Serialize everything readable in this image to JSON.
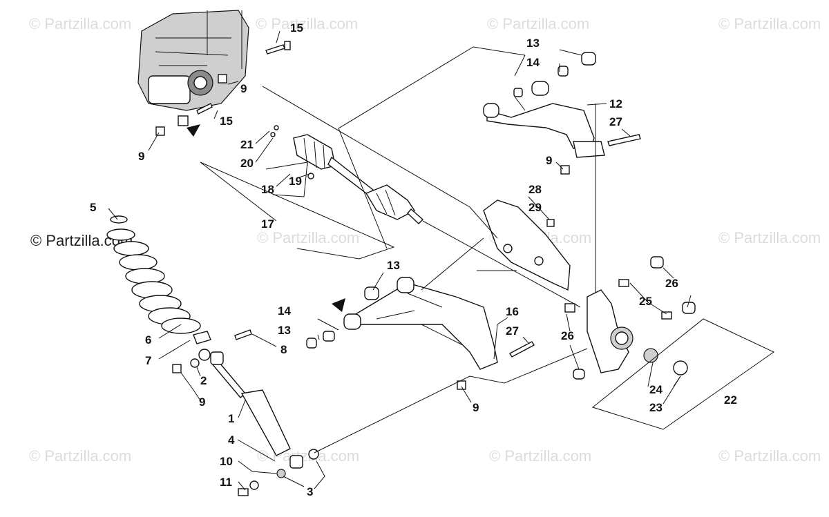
{
  "watermark": {
    "faint_text": "© Partzilla.com",
    "main_text": "© Partzilla.com"
  },
  "diagram": {
    "part_numbers": {
      "p1": "1",
      "p2": "2",
      "p3a": "3",
      "p4": "4",
      "p5": "5",
      "p6": "6",
      "p7": "7",
      "p8": "8",
      "p9a": "9",
      "p9b": "9",
      "p9c": "9",
      "p9d": "9",
      "p9e": "9",
      "p10": "10",
      "p11": "11",
      "p12": "12",
      "p13a": "13",
      "p13b": "13",
      "p13c": "13",
      "p14a": "14",
      "p14b": "14",
      "p15a": "15",
      "p15b": "15",
      "p16": "16",
      "p17": "17",
      "p18": "18",
      "p19": "19",
      "p20": "20",
      "p21": "21",
      "p22": "22",
      "p23": "23",
      "p24": "24",
      "p25": "25",
      "p26a": "26",
      "p26b": "26",
      "p27a": "27",
      "p27b": "27",
      "p28": "28",
      "p29": "29"
    }
  }
}
